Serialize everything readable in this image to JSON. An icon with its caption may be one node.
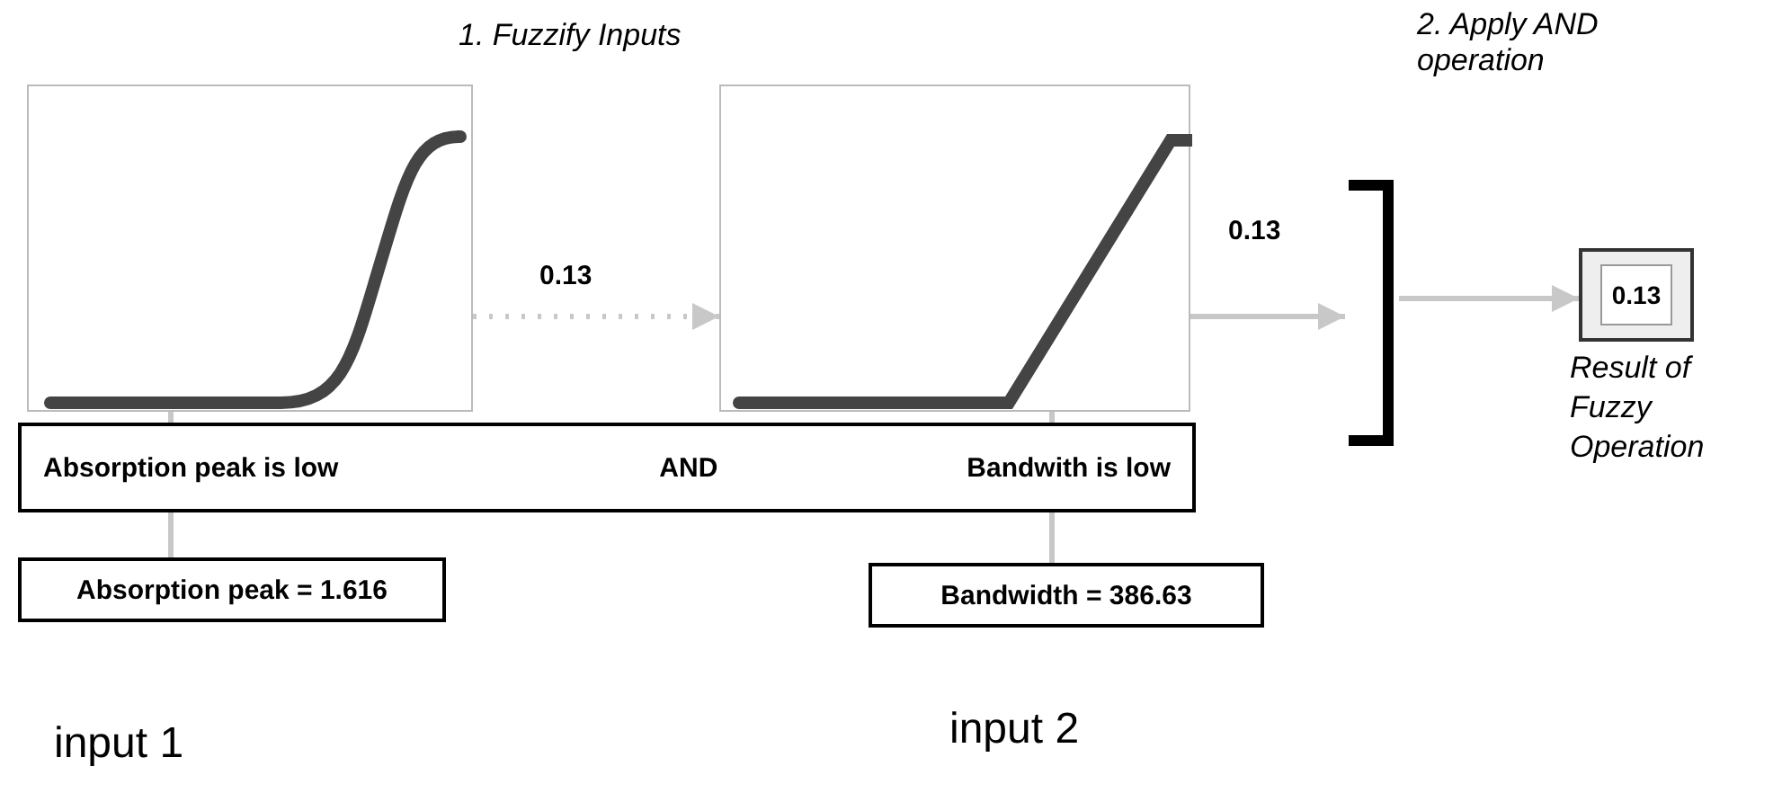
{
  "diagram": {
    "nodes": [
      {
        "text": [],
        "shape": "picture"
      },
      {
        "text": [],
        "shape": "picture"
      },
      {
        "text": [
          "Absorption peak is low",
          "AND",
          "Bandwith is low"
        ]
      },
      {
        "text": [
          "Absorption peak = 1.616"
        ]
      },
      {
        "text": [
          "Bandwidth = 386.63"
        ]
      },
      {
        "text": [],
        "shape": "bracket"
      },
      {
        "text": [
          "0.13"
        ],
        "beside": [
          "Result of Fuzzy Operation"
        ]
      }
    ],
    "edges": [
      {
        "from": 0,
        "to": 2,
        "arrow": "none"
      },
      {
        "from": 2,
        "to": 3,
        "arrow": "none"
      },
      {
        "from": 1,
        "to": 2,
        "arrow": "none"
      },
      {
        "from": 2,
        "to": 4,
        "arrow": "none"
      },
      {
        "from": 0,
        "to": 1,
        "arrow": "to",
        "label": "0.13",
        "style": "dashed"
      },
      {
        "from": 1,
        "to": 5,
        "arrow": "to",
        "label": "0.13"
      },
      {
        "from": 5,
        "to": 6,
        "arrow": "to"
      }
    ],
    "labels": [
      "1. Fuzzify Inputs",
      "2. Apply AND operation",
      "input 1",
      "input 2"
    ]
  }
}
